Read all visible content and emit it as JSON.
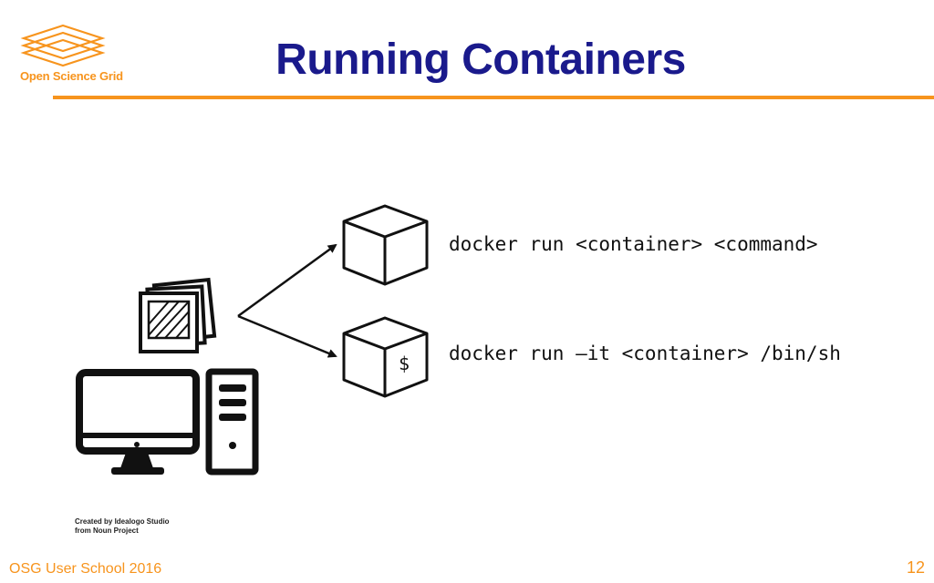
{
  "header": {
    "logo_text": "Open Science Grid",
    "title": "Running Containers"
  },
  "diagram": {
    "shell_prompt": "$",
    "commands": [
      "docker run <container> <command>",
      "docker run –it <container> /bin/sh"
    ],
    "credit": [
      "Created by Idealogo Studio",
      "from Noun Project"
    ]
  },
  "footer": {
    "left_text": "OSG User School 2016",
    "page_number": "12"
  },
  "colors": {
    "accent": "#f7941d",
    "title": "#1a1a8c"
  }
}
